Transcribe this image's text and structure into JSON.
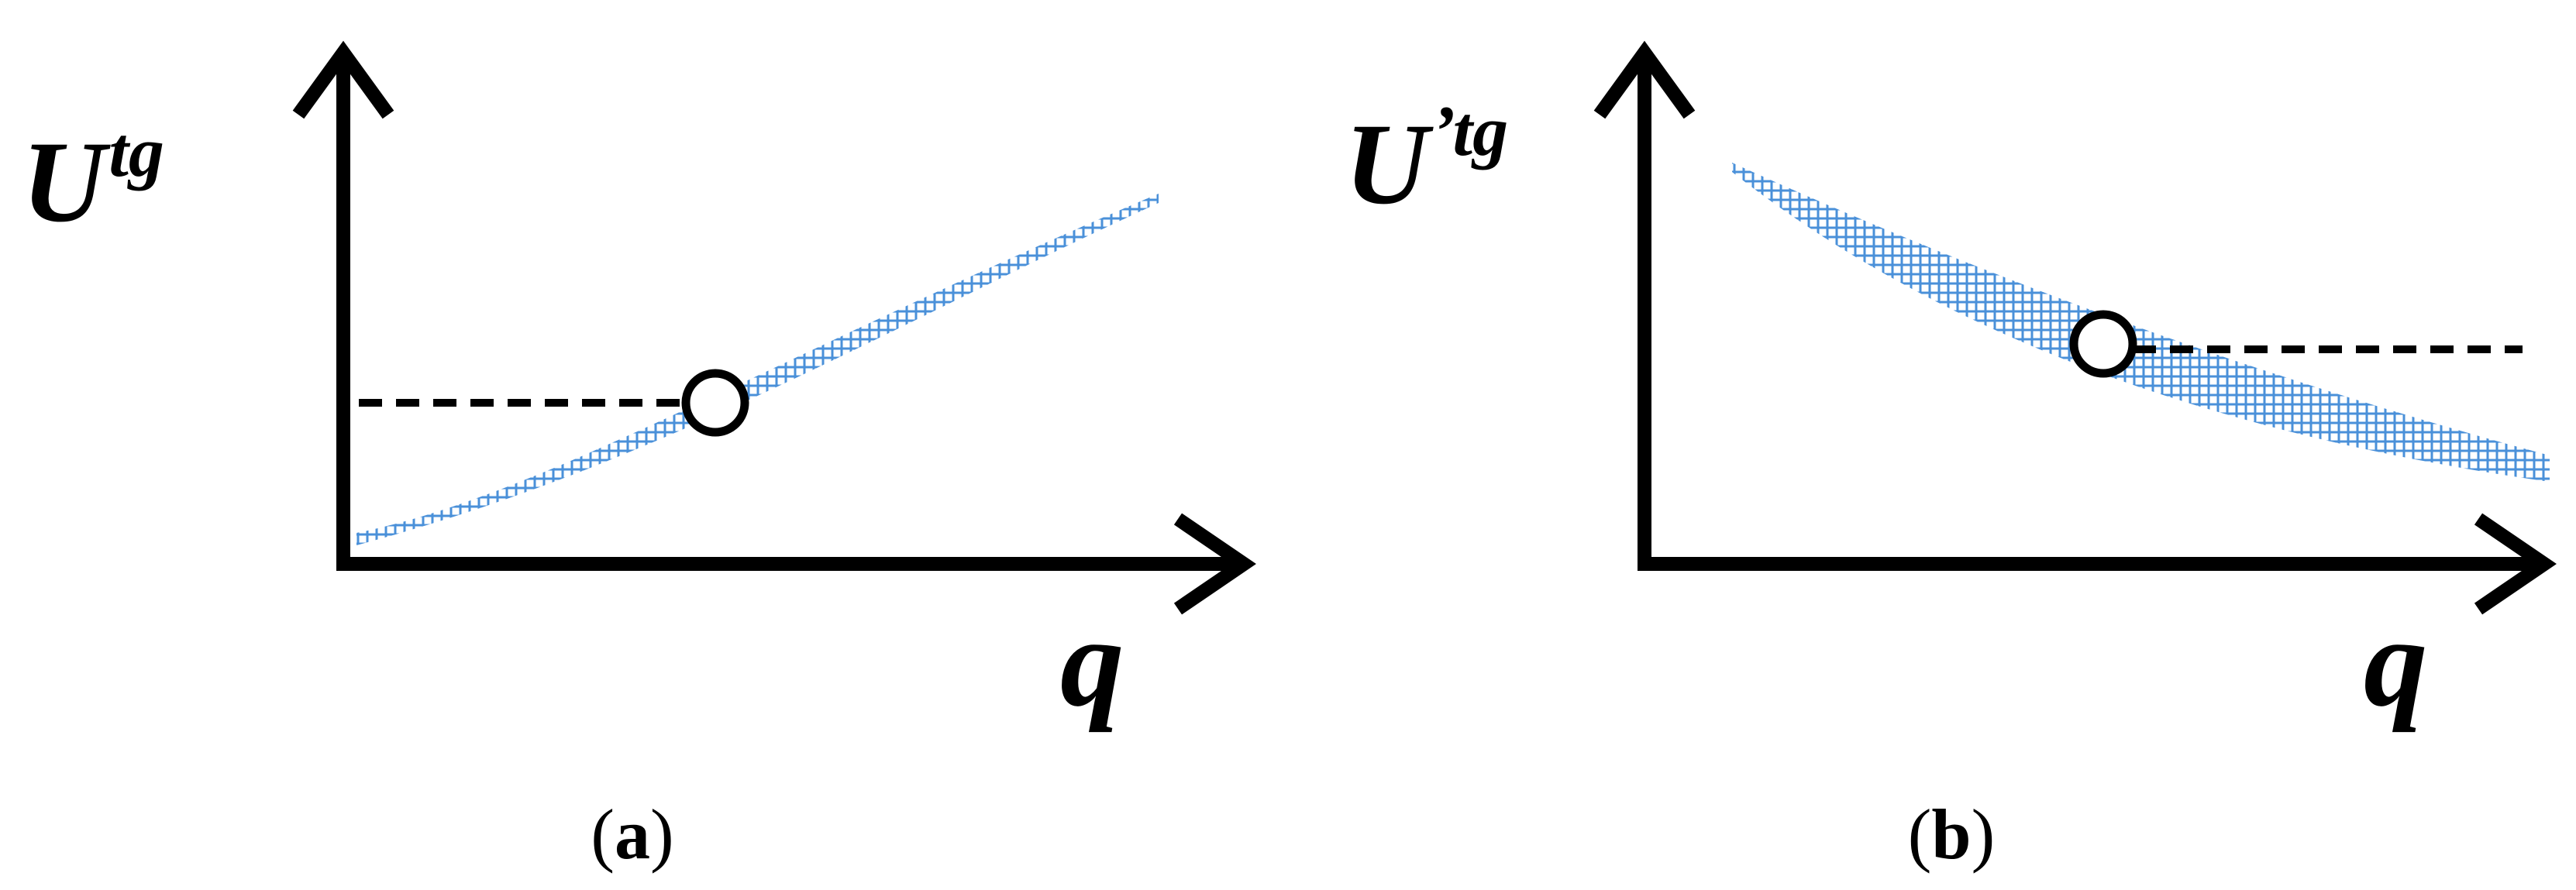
{
  "panels": [
    {
      "id": "a",
      "ylabel_main": "U",
      "ylabel_sup": "tg",
      "xlabel": "q",
      "caption_open": "(",
      "caption_letter": "a",
      "caption_close": ")"
    },
    {
      "id": "b",
      "ylabel_main": "U",
      "ylabel_sup": "’tg",
      "xlabel": "q",
      "caption_open": "(",
      "caption_letter": "b",
      "caption_close": ")"
    }
  ],
  "colors": {
    "band": "#4a90d9",
    "axis": "#000000",
    "marker_fill": "#ffffff"
  }
}
